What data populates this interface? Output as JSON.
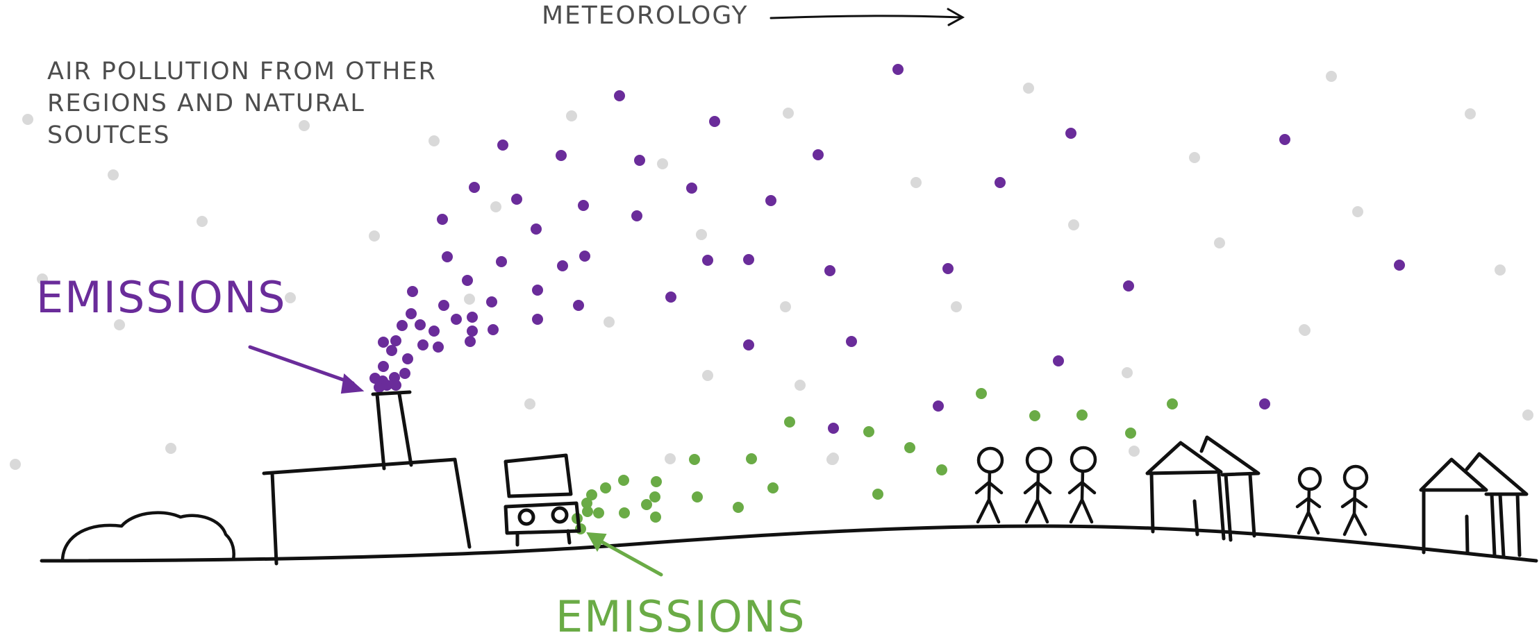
{
  "labels": {
    "meteorology": "METEOROLOGY",
    "regional_lines": [
      "AIR POLLUTION FROM OTHER",
      "REGIONS AND NATURAL",
      "SOUTCES"
    ],
    "factory_emissions": "EMISSIONS",
    "vehicle_emissions": "EMISSIONS"
  },
  "colors": {
    "ink": "#111111",
    "label_text": "#4d4d4d",
    "industrial": "#6a2c9a",
    "traffic": "#6aab46",
    "background_particles": "#d9d9d9"
  },
  "icons": [
    "meteorology-arrow-icon",
    "smokestack-icon",
    "factory-icon",
    "car-icon",
    "person-icon",
    "house-icon",
    "tree-icon"
  ]
}
